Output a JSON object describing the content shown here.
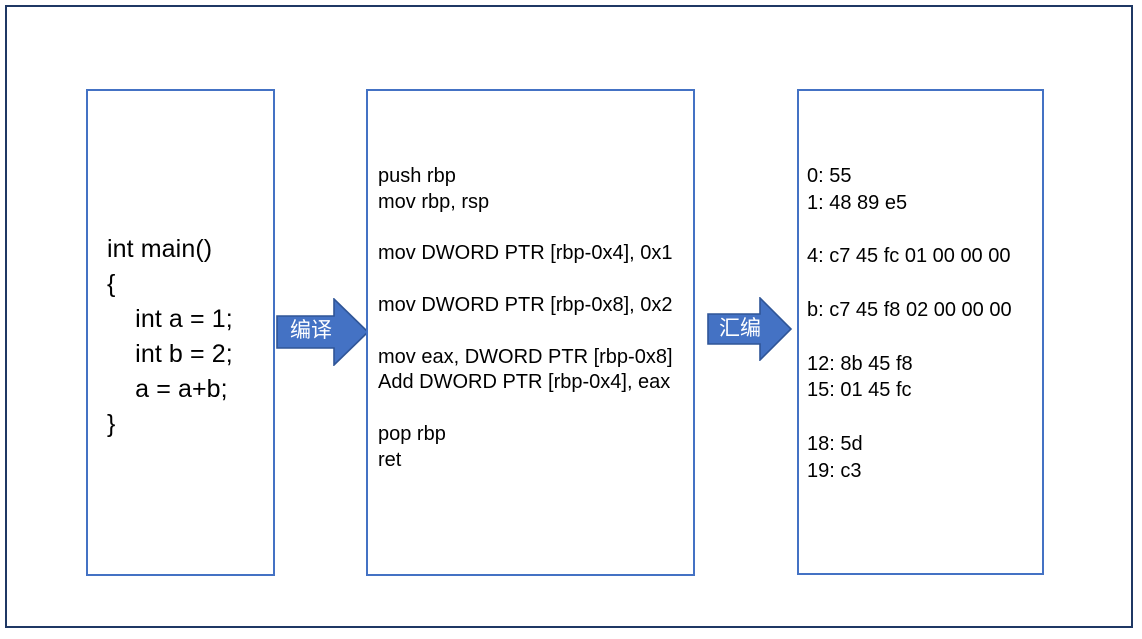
{
  "slide": {
    "frame_color": "#1F3864",
    "box_border_color": "#4472C4",
    "arrow_fill_color": "#4472C4",
    "arrow_stroke_color": "#2F5597",
    "arrow_label_color": "#FFFFFF",
    "background_color": "#FFFFFF"
  },
  "stages": {
    "source": {
      "name": "source-code",
      "code": "int main()\n{\n    int a = 1;\n    int b = 2;\n    a = a+b;\n}"
    },
    "assembly": {
      "name": "assembly-code",
      "code": "push rbp\nmov rbp, rsp\n\nmov DWORD PTR [rbp-0x4], 0x1\n\nmov DWORD PTR [rbp-0x8], 0x2\n\nmov eax, DWORD PTR [rbp-0x8]\nAdd DWORD PTR [rbp-0x4], eax\n\npop rbp\nret"
    },
    "machine": {
      "name": "machine-code",
      "code": "0: 55\n1: 48 89 e5\n\n4: c7 45 fc 01 00 00 00\n\nb: c7 45 f8 02 00 00 00\n\n12: 8b 45 f8\n15: 01 45 fc\n\n18: 5d\n19: c3"
    }
  },
  "arrows": [
    {
      "id": "compile",
      "label": "编译"
    },
    {
      "id": "assemble",
      "label": "汇编"
    }
  ]
}
